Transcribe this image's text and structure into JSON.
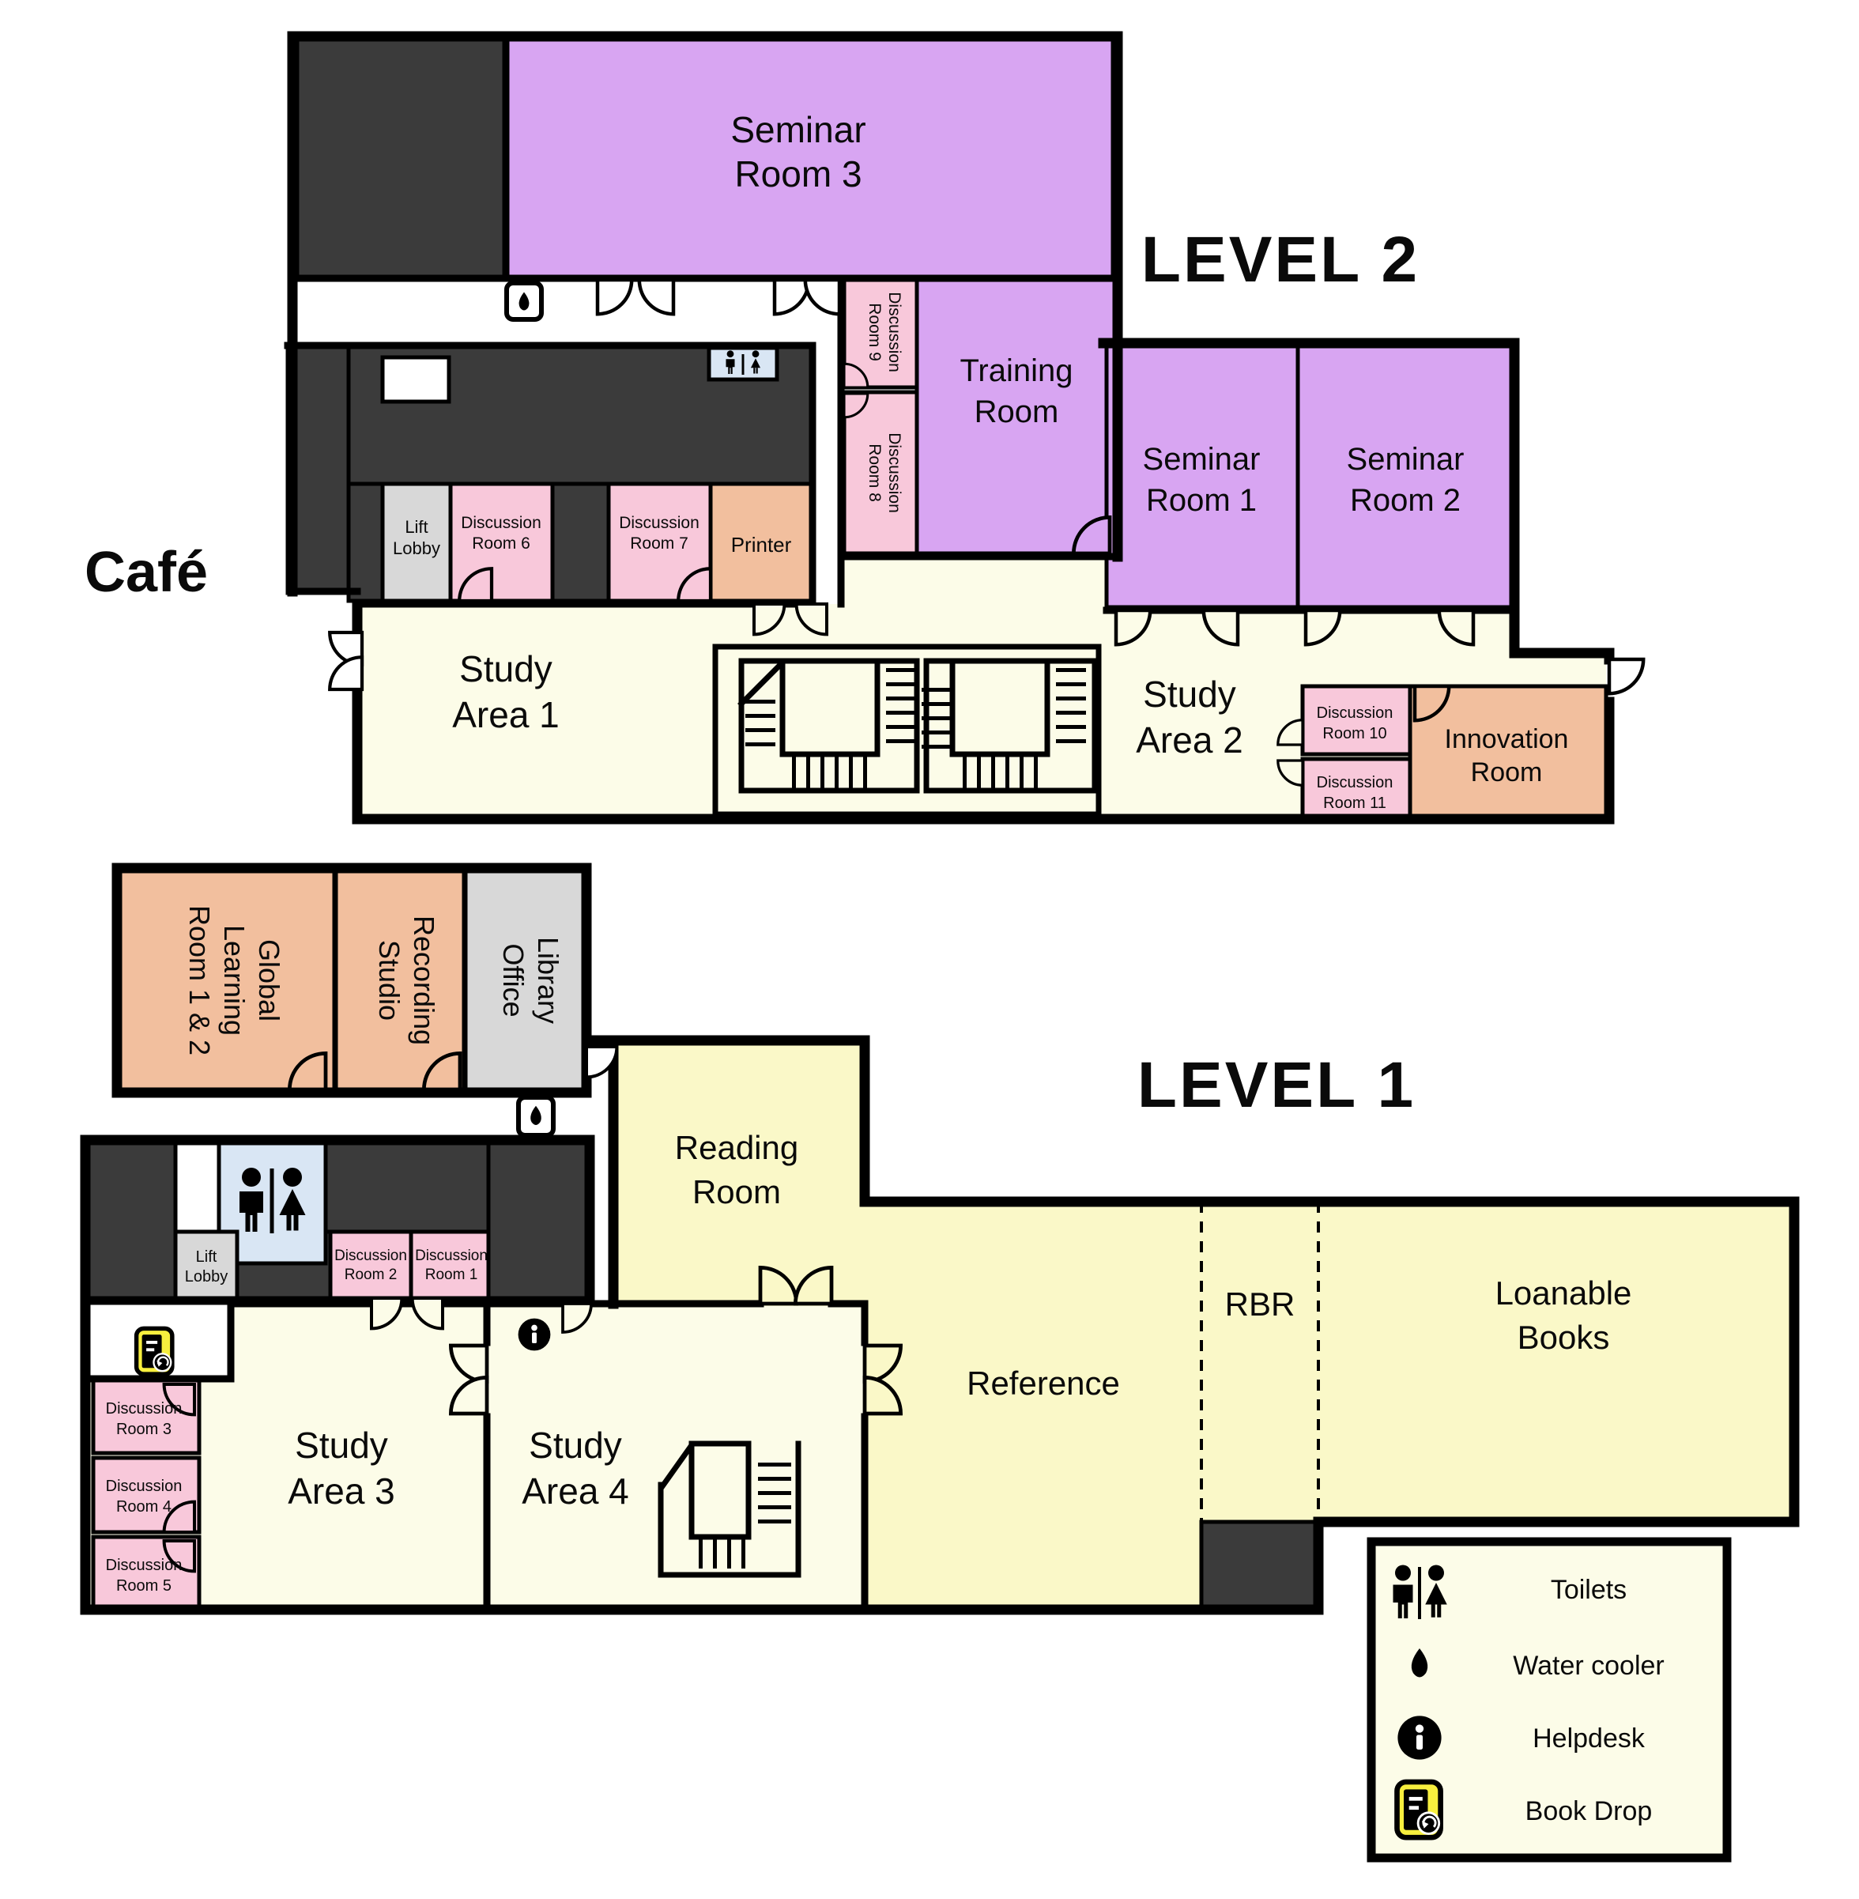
{
  "document_title": "Library Floor Plan",
  "colors": {
    "seminar_purple": "#d8a5f2",
    "discussion_pink": "#f8c8da",
    "facility_peach": "#f2bf9e",
    "study_cream": "#fcfce8",
    "collection_yellow": "#faf8c8",
    "room_gray": "#d8d8d8",
    "stair_gray": "#e0e0ea",
    "dark_block": "#3b3b3b",
    "toilet_blue": "#d9e6f4",
    "level_title_purple": "#4b1173",
    "book_drop_yellow": "#f7ef3e",
    "wall_black": "#000000"
  },
  "level2": {
    "title": "LEVEL 2",
    "cafe_label": "Café",
    "rooms": {
      "seminar3": {
        "l1": "Seminar",
        "l2": "Room 3"
      },
      "training": {
        "l1": "Training",
        "l2": "Room"
      },
      "seminar1": {
        "l1": "Seminar",
        "l2": "Room 1"
      },
      "seminar2": {
        "l1": "Seminar",
        "l2": "Room 2"
      },
      "discussion9": {
        "l1": "Discussion",
        "l2": "Room 9"
      },
      "discussion8": {
        "l1": "Discussion",
        "l2": "Room 8"
      },
      "discussion6": {
        "l1": "Discussion",
        "l2": "Room 6"
      },
      "discussion7": {
        "l1": "Discussion",
        "l2": "Room 7"
      },
      "lift_lobby": {
        "l1": "Lift",
        "l2": "Lobby"
      },
      "printer": {
        "l1": "Printer"
      },
      "study_area1": {
        "l1": "Study",
        "l2": "Area 1"
      },
      "study_area2": {
        "l1": "Study",
        "l2": "Area 2"
      },
      "discussion10": {
        "l1": "Discussion",
        "l2": "Room 10"
      },
      "discussion11": {
        "l1": "Discussion",
        "l2": "Room 11"
      },
      "innovation": {
        "l1": "Innovation",
        "l2": "Room"
      }
    }
  },
  "level1": {
    "title": "LEVEL 1",
    "rooms": {
      "global_learning": {
        "l1": "Global",
        "l2": "Learning",
        "l3": "Room 1 & 2"
      },
      "recording_studio": {
        "l1": "Recording",
        "l2": "Studio"
      },
      "library_office": {
        "l1": "Library",
        "l2": "Office"
      },
      "reading_room": {
        "l1": "Reading",
        "l2": "Room"
      },
      "lift_lobby": {
        "l1": "Lift",
        "l2": "Lobby"
      },
      "discussion2": {
        "l1": "Discussion",
        "l2": "Room 2"
      },
      "discussion1": {
        "l1": "Discussion",
        "l2": "Room 1"
      },
      "discussion3": {
        "l1": "Discussion",
        "l2": "Room 3"
      },
      "discussion4": {
        "l1": "Discussion",
        "l2": "Room 4"
      },
      "discussion5": {
        "l1": "Discussion",
        "l2": "Room 5"
      },
      "study_area3": {
        "l1": "Study",
        "l2": "Area 3"
      },
      "study_area4": {
        "l1": "Study",
        "l2": "Area 4"
      },
      "reference": {
        "l1": "Reference"
      },
      "rbr": {
        "l1": "RBR"
      },
      "loanable": {
        "l1": "Loanable",
        "l2": "Books"
      }
    }
  },
  "legend": {
    "items": [
      {
        "icon": "toilets-icon",
        "label": "Toilets"
      },
      {
        "icon": "water-cooler-icon",
        "label": "Water cooler"
      },
      {
        "icon": "helpdesk-icon",
        "label": "Helpdesk"
      },
      {
        "icon": "book-drop-icon",
        "label": "Book Drop"
      }
    ]
  }
}
